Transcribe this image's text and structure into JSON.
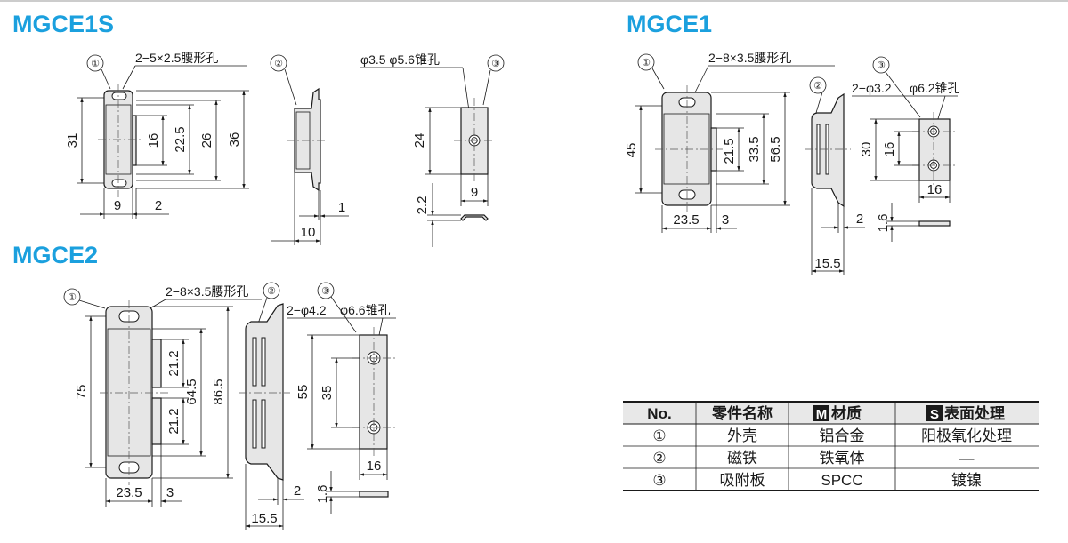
{
  "titles": {
    "mgce1s": "MGCE1S",
    "mgce1": "MGCE1",
    "mgce2": "MGCE2"
  },
  "part_numbers": {
    "p1": "①",
    "p2": "②",
    "p3": "③"
  },
  "mgce1s": {
    "hole_note": "2−5×2.5腰形孔",
    "plate_note": "φ3.5  φ5.6锥孔",
    "dims": {
      "d31": "31",
      "d16": "16",
      "d22_5": "22.5",
      "d26": "26",
      "d36": "36",
      "d9": "9",
      "d2": "2",
      "d1": "1",
      "d10": "10",
      "d24": "24",
      "d9b": "9",
      "d2_2": "2.2"
    }
  },
  "mgce1": {
    "hole_note": "2−8×3.5腰形孔",
    "plate_note": "2−φ3.2",
    "plate_note2": "φ6.2锥孔",
    "dims": {
      "d45": "45",
      "d21_5": "21.5",
      "d33_5": "33.5",
      "d56_5": "56.5",
      "d23_5": "23.5",
      "d3": "3",
      "d2": "2",
      "d15_5": "15.5",
      "d30": "30",
      "d16": "16",
      "d16b": "16",
      "d1_6": "1.6"
    }
  },
  "mgce2": {
    "hole_note": "2−8×3.5腰形孔",
    "plate_note": "2−φ4.2",
    "plate_note2": "φ6.6锥孔",
    "dims": {
      "d75": "75",
      "d21_2a": "21.2",
      "d21_2b": "21.2",
      "d64_5": "64.5",
      "d86_5": "86.5",
      "d23_5": "23.5",
      "d3": "3",
      "d2": "2",
      "d15_5": "15.5",
      "d55": "55",
      "d35": "35",
      "d16": "16",
      "d1_6": "1.6"
    }
  },
  "table": {
    "headers": {
      "no": "No.",
      "name": "零件名称",
      "mat_badge": "M",
      "material": "材质",
      "surf_badge": "S",
      "surface": "表面处理"
    },
    "rows": [
      {
        "no": "①",
        "name": "外壳",
        "material": "铝合金",
        "surface": "阳极氧化处理"
      },
      {
        "no": "②",
        "name": "磁铁",
        "material": "铁氧体",
        "surface": "—"
      },
      {
        "no": "③",
        "name": "吸附板",
        "material": "SPCC",
        "surface": "镀镍"
      }
    ]
  }
}
